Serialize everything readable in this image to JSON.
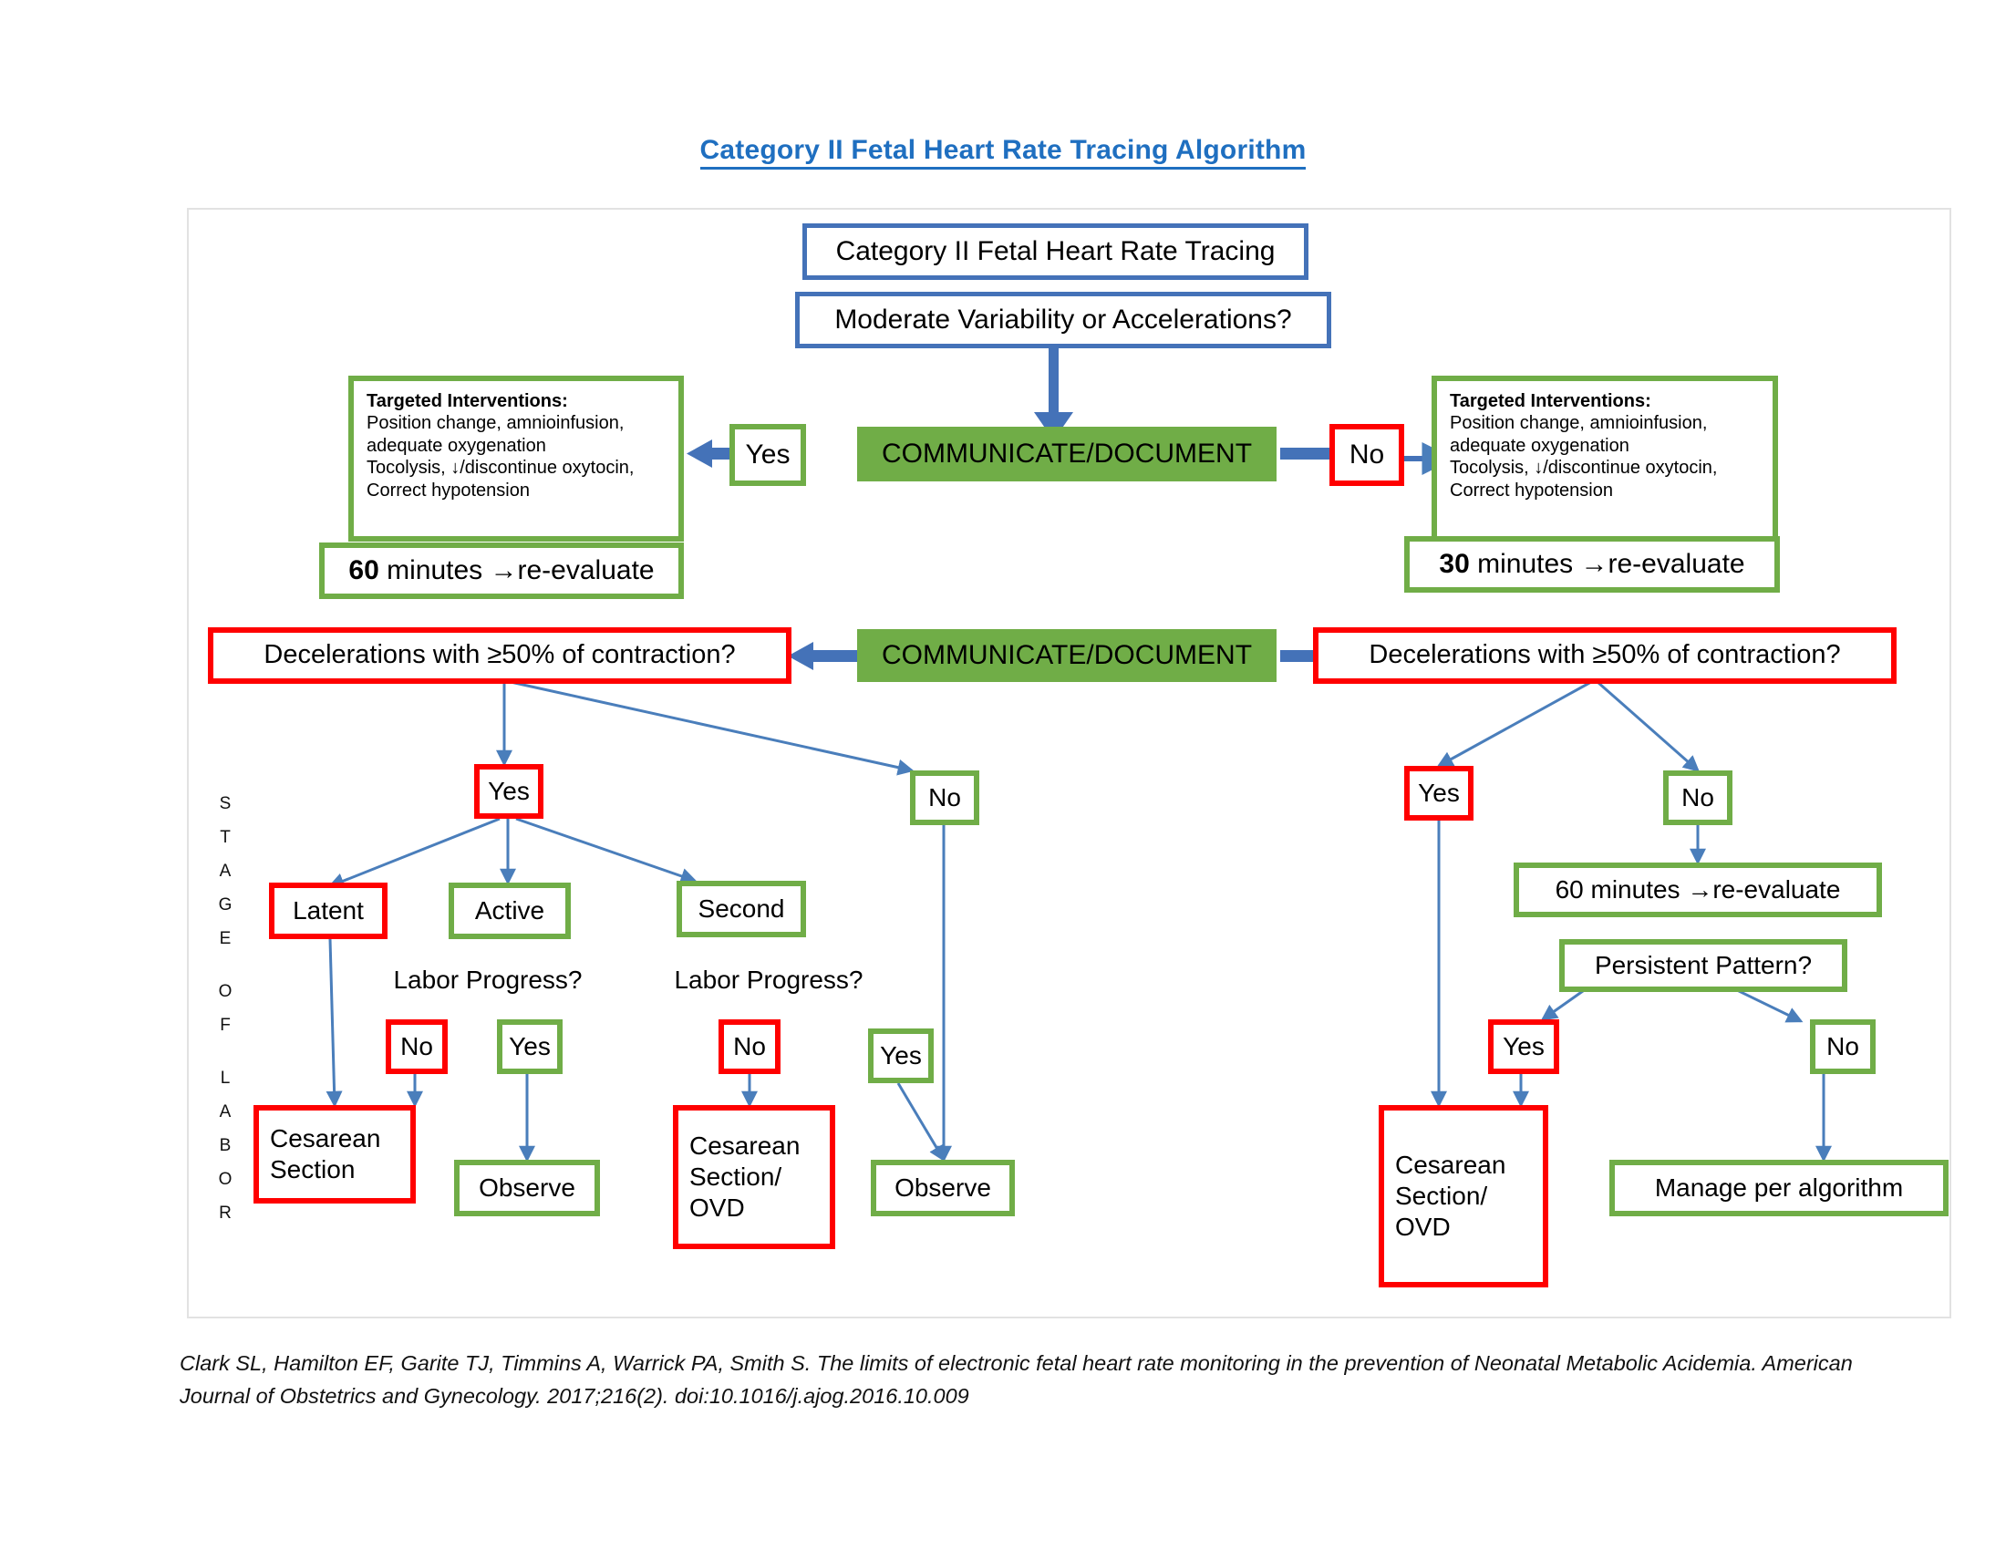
{
  "title": "Category II Fetal Heart Rate Tracing Algorithm",
  "colors": {
    "title_blue": "#1f6fc0",
    "box_blue": "#4472b8",
    "box_red": "#ff0000",
    "box_green": "#70ad47",
    "green_fill": "#70ad47",
    "arrow_blue": "#4472b8",
    "thin_arrow_blue": "#4a7ebb"
  },
  "diagram": {
    "root": {
      "tracing_label": "Category II Fetal Heart Rate Tracing",
      "question_label": "Moderate Variability or Accelerations?"
    },
    "communicate_top": "COMMUNICATE/DOCUMENT",
    "communicate_second": "COMMUNICATE/DOCUMENT",
    "branch_yes_label": "Yes",
    "branch_no_label": "No",
    "interventions_left": {
      "heading": "Targeted Interventions:",
      "lines": [
        "Position change, amnioinfusion,",
        "adequate oxygenation",
        "Tocolysis, ↓/discontinue oxytocin,",
        "Correct hypotension"
      ],
      "reevaluate_bold": "60",
      "reevaluate_rest": " minutes →re-evaluate"
    },
    "interventions_right": {
      "heading": "Targeted Interventions:",
      "lines": [
        "Position change, amnioinfusion,",
        "adequate oxygenation",
        "Tocolysis, ↓/discontinue oxytocin,",
        "Correct hypotension"
      ],
      "reevaluate_bold": "30",
      "reevaluate_rest": " minutes →re-evaluate"
    },
    "decel_left": "Decelerations with ≥50% of contraction?",
    "decel_right": "Decelerations with ≥50% of contraction?",
    "left_branch": {
      "yes": "Yes",
      "no": "No",
      "stages": [
        "Latent",
        "Active",
        "Second"
      ],
      "labor_progress_1": "Labor Progress?",
      "labor_progress_2": "Labor Progress?",
      "lp1_no": "No",
      "lp1_yes": "Yes",
      "lp2_no": "No",
      "lp2_yes": "Yes",
      "outcome_latent": "Cesarean Section",
      "outcome_lp1_yes": "Observe",
      "outcome_lp2_no": "Cesarean Section/ OVD",
      "outcome_no_branch": "Observe"
    },
    "right_branch": {
      "yes": "Yes",
      "no": "No",
      "reevaluate": "60 minutes →re-evaluate",
      "persistent_pattern": "Persistent Pattern?",
      "pp_yes": "Yes",
      "pp_no": "No",
      "outcome_pp_yes": "Cesarean Section/ OVD",
      "outcome_pp_no": "Manage per algorithm"
    },
    "stage_axis": [
      "S",
      "T",
      "A",
      "G",
      "E",
      "",
      "O",
      "F",
      "",
      "L",
      "A",
      "B",
      "O",
      "R"
    ]
  },
  "citation": "Clark SL, Hamilton EF, Garite TJ, Timmins A, Warrick PA, Smith S. The limits of electronic fetal heart rate monitoring in the prevention of Neonatal Metabolic Acidemia. American Journal of Obstetrics and Gynecology. 2017;216(2). doi:10.1016/j.ajog.2016.10.009"
}
